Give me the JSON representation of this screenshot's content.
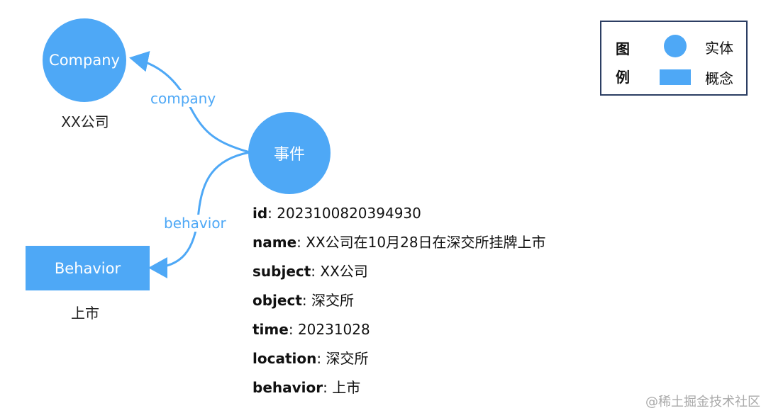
{
  "nodes": {
    "company": {
      "label": "Company",
      "caption": "XX公司"
    },
    "event": {
      "label": "事件"
    },
    "behavior": {
      "label": "Behavior",
      "caption": "上市"
    }
  },
  "edges": {
    "company": {
      "label": "company"
    },
    "behavior": {
      "label": "behavior"
    }
  },
  "event_properties": [
    {
      "key": "id",
      "value": "2023100820394930"
    },
    {
      "key": "name",
      "value": "XX公司在10月28日在深交所挂牌上市"
    },
    {
      "key": "subject",
      "value": "XX公司"
    },
    {
      "key": "object",
      "value": "深交所"
    },
    {
      "key": "time",
      "value": "20231028"
    },
    {
      "key": "location",
      "value": "深交所"
    },
    {
      "key": "behavior",
      "value": "上市"
    }
  ],
  "legend": {
    "title_line1": "图",
    "title_line2": "例",
    "entity_label": "实体",
    "concept_label": "概念"
  },
  "watermark": "@稀土掘金技术社区",
  "colors": {
    "node": "#4ea8f6",
    "edge": "#4ea8f6",
    "legend_border": "#2c3e63"
  }
}
